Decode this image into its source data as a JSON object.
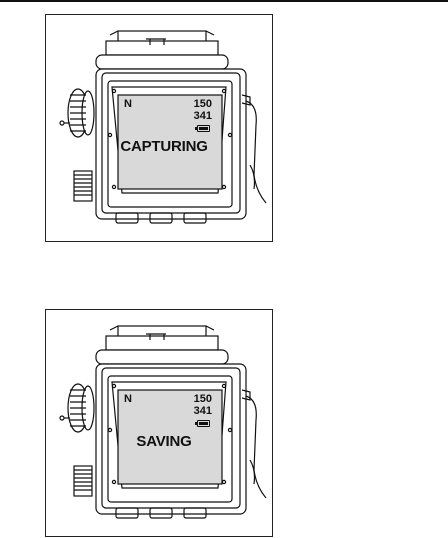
{
  "figures": [
    {
      "id": "capturing",
      "lcd": {
        "mode": "N",
        "shots": "150",
        "remaining": "341",
        "status": "CAPTURING"
      },
      "icons": [
        "battery-icon"
      ]
    },
    {
      "id": "saving",
      "lcd": {
        "mode": "N",
        "shots": "150",
        "remaining": "341",
        "status": "SAVING"
      },
      "icons": [
        "battery-icon"
      ]
    }
  ],
  "colors": {
    "ink": "#111111",
    "lcd_screen": "#d9d9d9",
    "paper": "#ffffff"
  }
}
